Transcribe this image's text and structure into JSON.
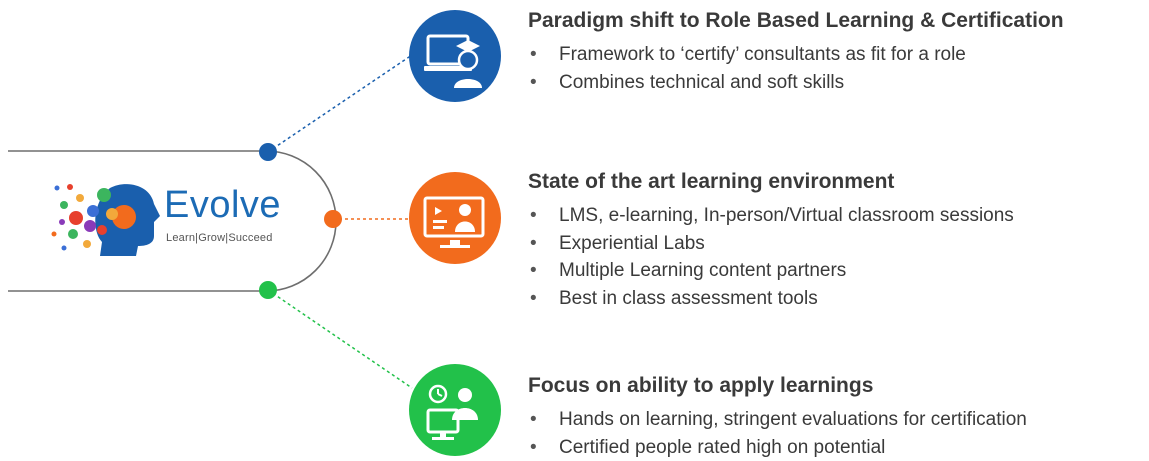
{
  "logo": {
    "word": "Evolve",
    "tagline": "Learn|Grow|Succeed"
  },
  "colors": {
    "blue": "#1a5fad",
    "orange": "#f26b1d",
    "green": "#22c14a",
    "line": "#6e6e6e",
    "text": "#3a3a3a"
  },
  "icons": [
    "graduate-at-computer-icon",
    "video-classroom-icon",
    "hands-on-workstation-icon"
  ],
  "sections": [
    {
      "title": "Paradigm shift to  Role Based Learning & Certification",
      "bullets": [
        "Framework to ‘certify’ consultants as fit for a role",
        "Combines technical and soft skills"
      ]
    },
    {
      "title": "State of the art learning environment",
      "bullets": [
        "LMS, e-learning, In-person/Virtual classroom sessions",
        "Experiential Labs",
        "Multiple Learning content partners",
        "Best in class assessment tools"
      ]
    },
    {
      "title": "Focus on ability to apply learnings",
      "bullets": [
        "Hands on learning, stringent evaluations for certification",
        "Certified people rated high on potential"
      ]
    }
  ]
}
